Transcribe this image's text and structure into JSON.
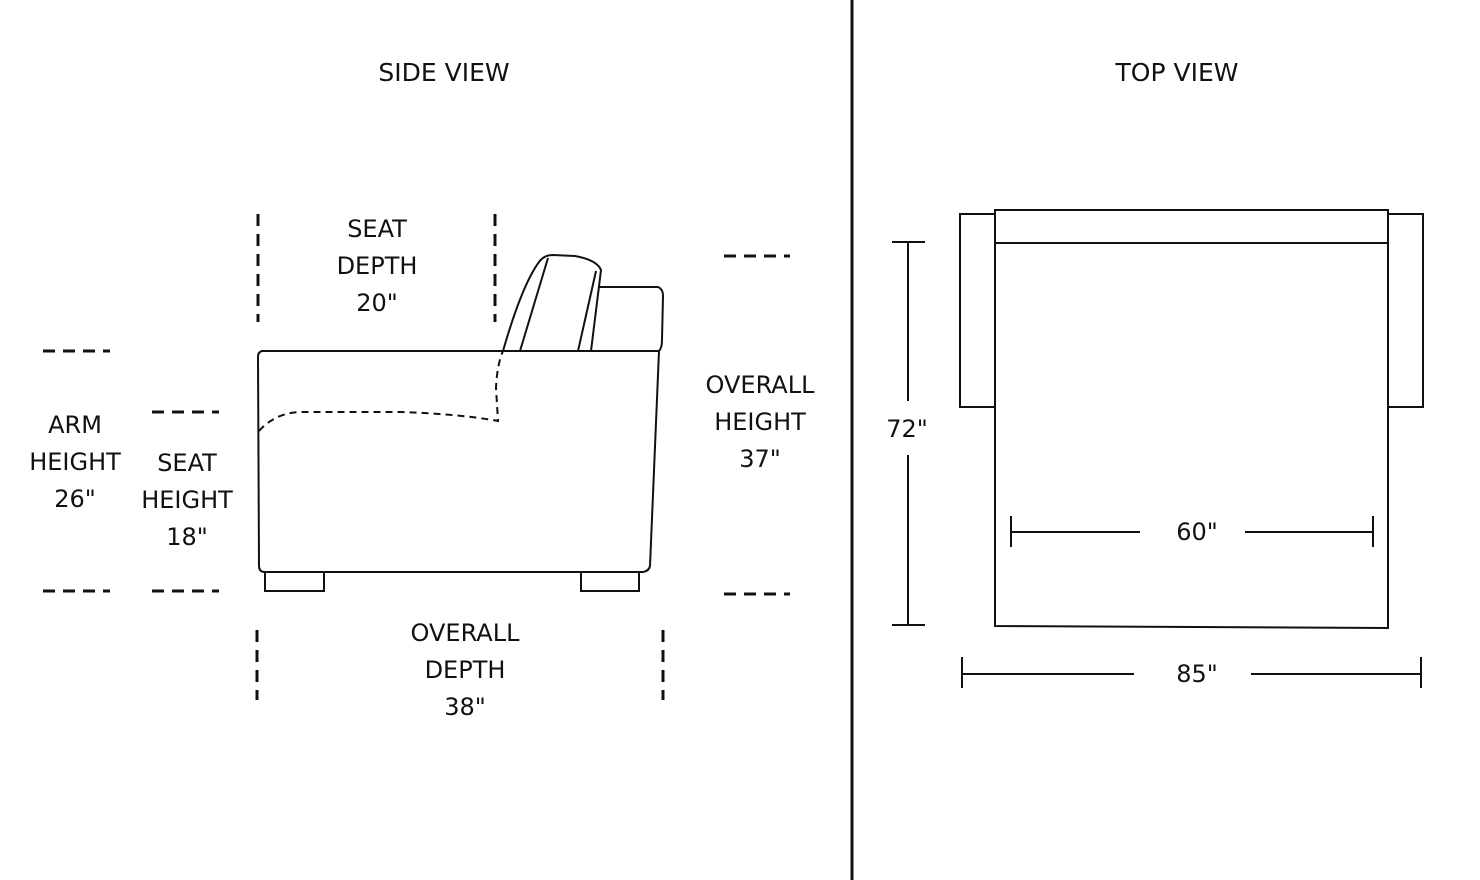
{
  "side_view": {
    "title": "SIDE VIEW",
    "seat_depth": {
      "line1": "SEAT",
      "line2": "DEPTH",
      "value": "20\""
    },
    "arm_height": {
      "line1": "ARM",
      "line2": "HEIGHT",
      "value": "26\""
    },
    "seat_height": {
      "line1": "SEAT",
      "line2": "HEIGHT",
      "value": "18\""
    },
    "overall_height": {
      "line1": "OVERALL",
      "line2": "HEIGHT",
      "value": "37\""
    },
    "overall_depth": {
      "line1": "OVERALL",
      "line2": "DEPTH",
      "value": "38\""
    }
  },
  "top_view": {
    "title": "TOP VIEW",
    "depth_value": "72\"",
    "seat_width_value": "60\"",
    "overall_width_value": "85\""
  }
}
